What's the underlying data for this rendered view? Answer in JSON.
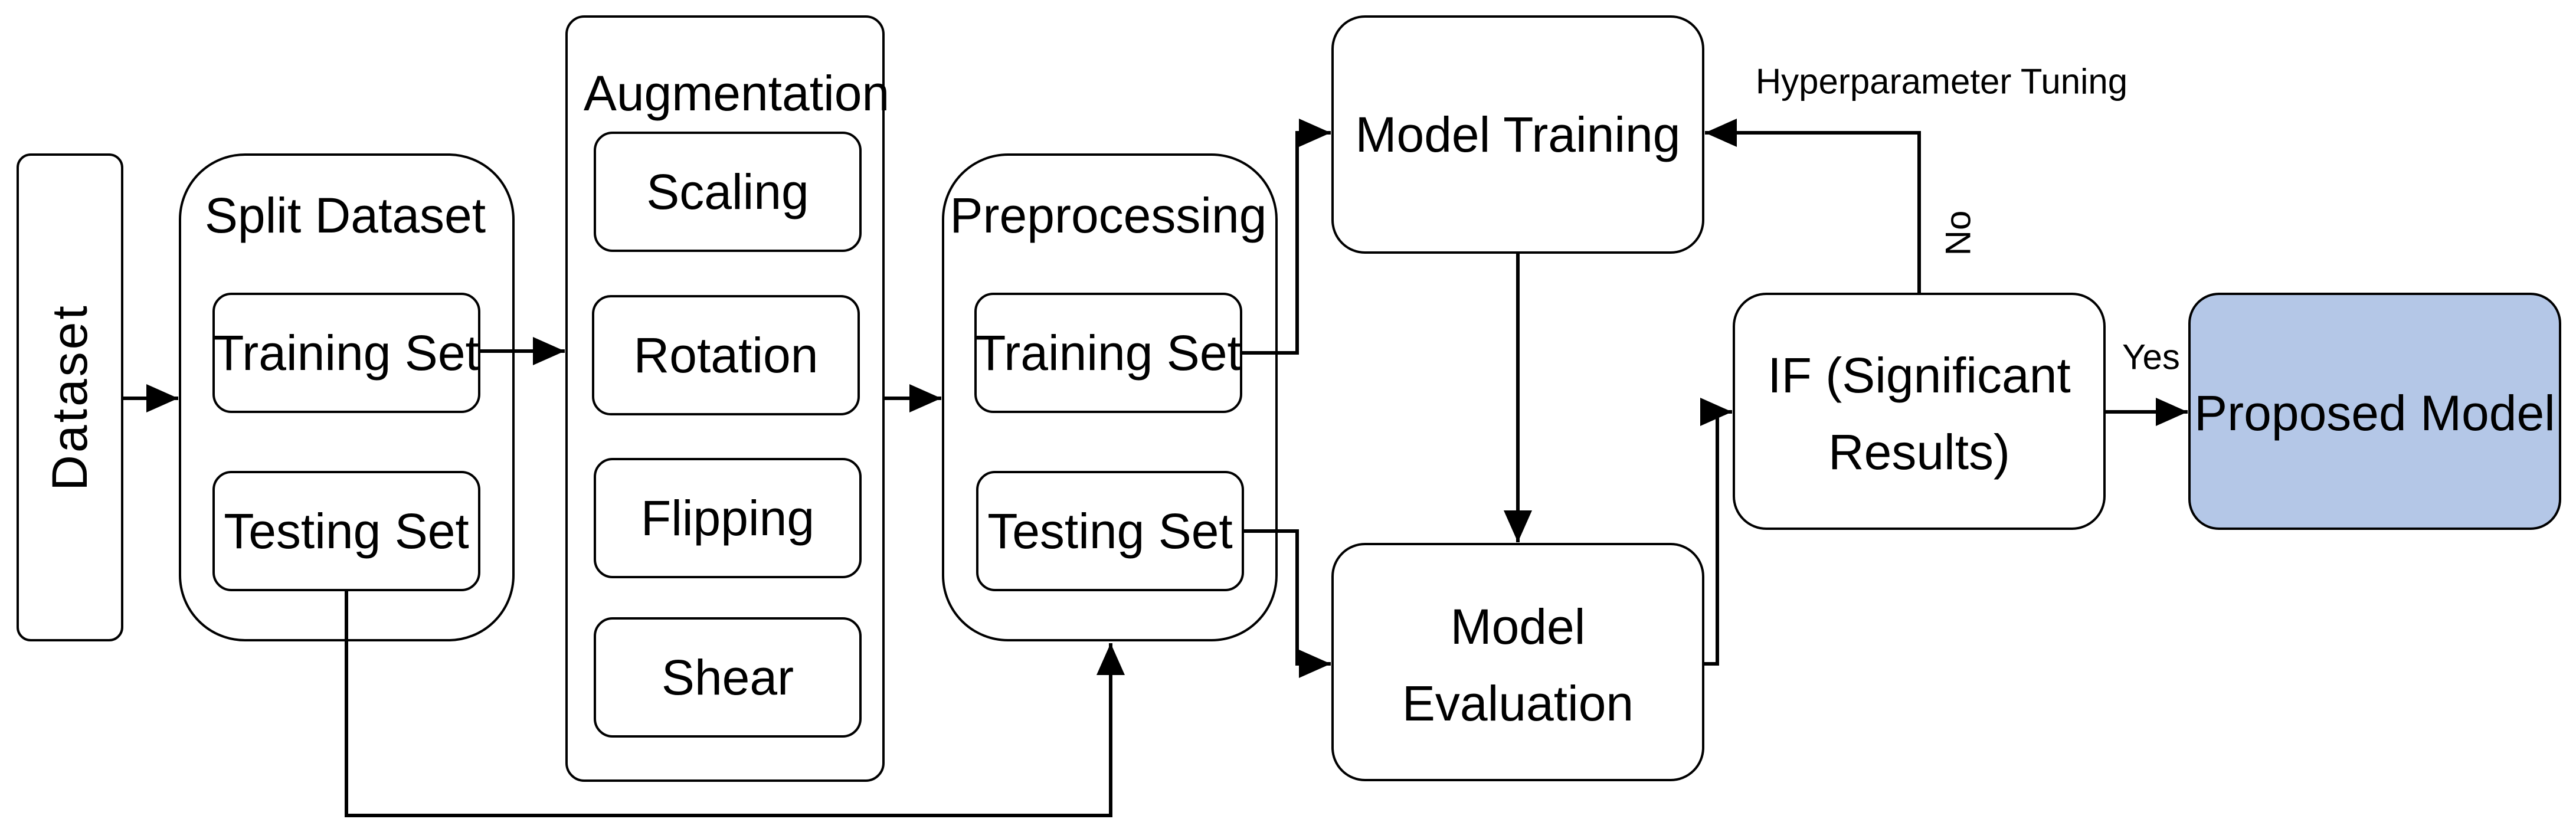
{
  "nodes": {
    "dataset": "Dataset",
    "split_dataset": "Split Dataset",
    "split_training": "Training Set",
    "split_testing": "Testing Set",
    "augmentation": "Augmentation",
    "scaling": "Scaling",
    "rotation": "Rotation",
    "flipping": "Flipping",
    "shear": "Shear",
    "preprocessing": "Preprocessing",
    "pre_training": "Training Set",
    "pre_testing": "Testing Set",
    "model_training": "Model Training",
    "model_evaluation_line1": "Model",
    "model_evaluation_line2": "Evaluation",
    "decision_line1": "IF (Significant",
    "decision_line2": "Results)",
    "proposed_model": "Proposed Model"
  },
  "edge_labels": {
    "hyperparameter": "Hyperparameter Tuning",
    "no": "No",
    "yes": "Yes"
  },
  "colors": {
    "highlight": "#b4c7e7",
    "stroke": "#000000"
  }
}
